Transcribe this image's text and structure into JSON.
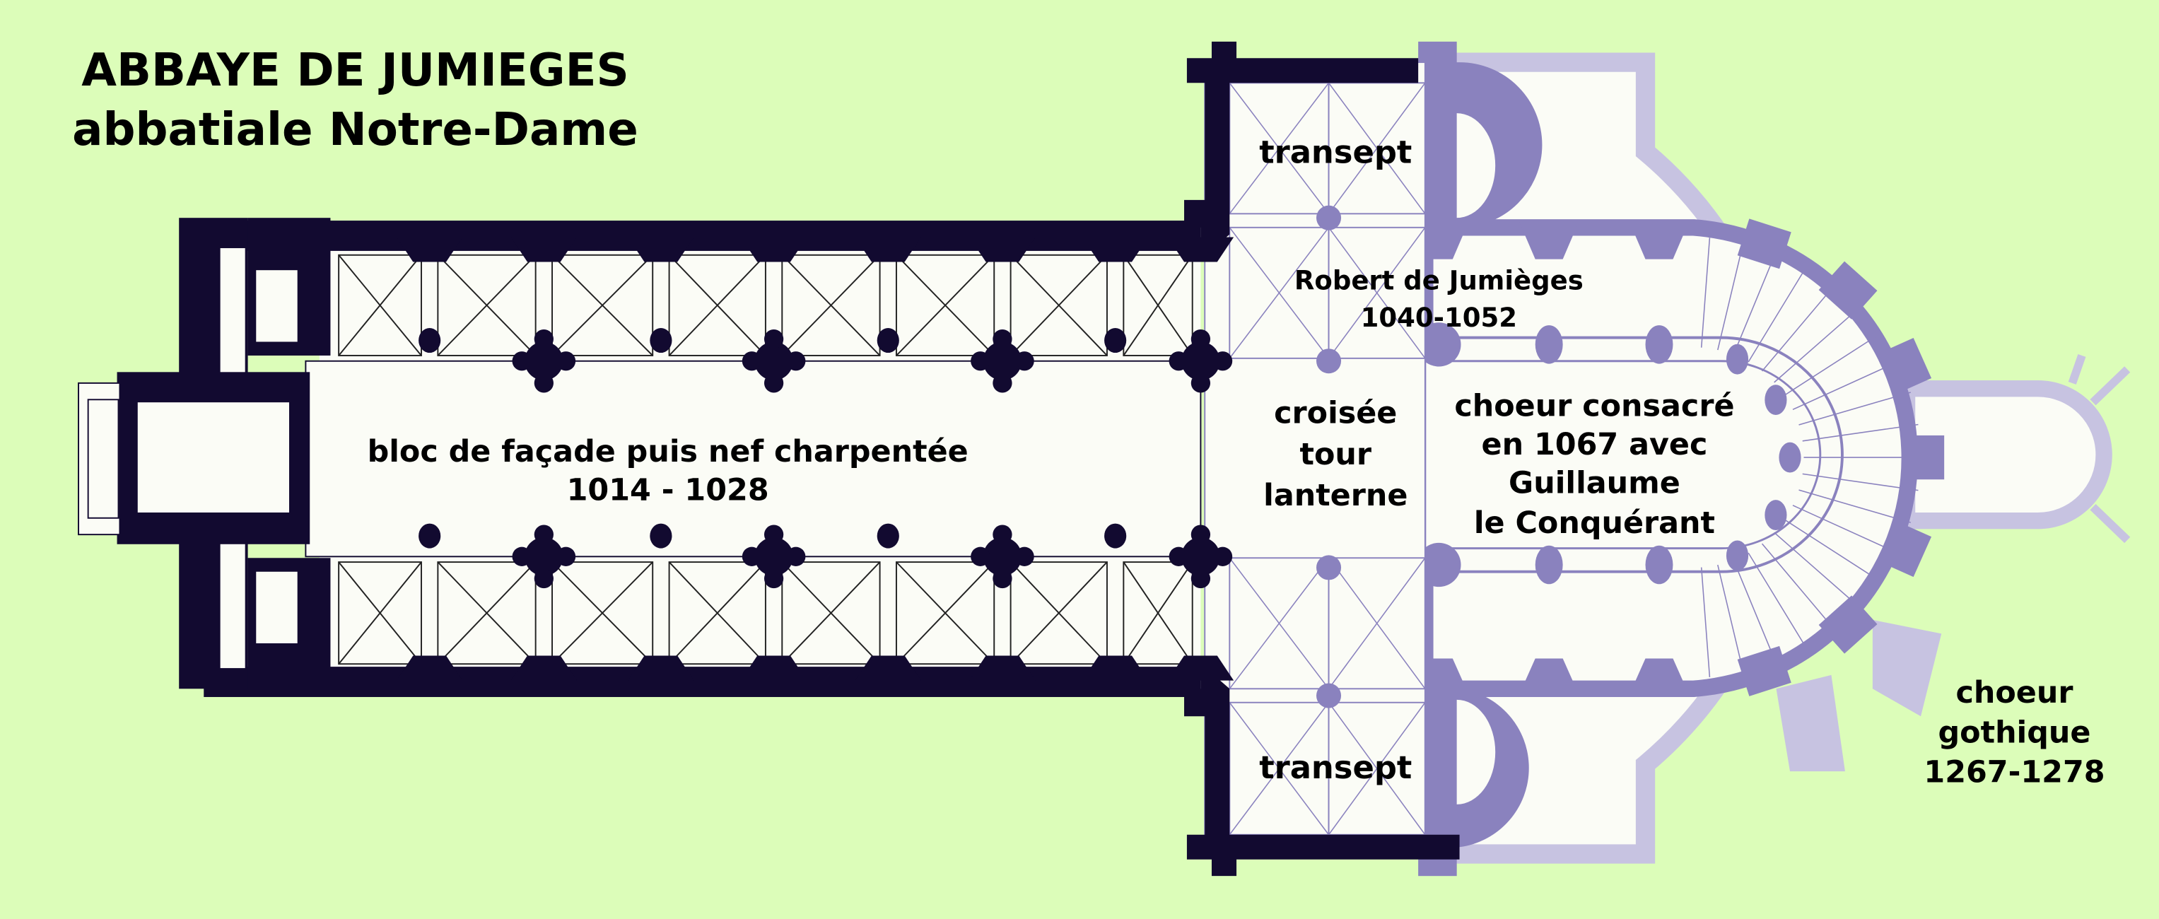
{
  "title": {
    "line1": "ABBAYE DE JUMIEGES",
    "line2": "abbatiale Notre-Dame"
  },
  "labels": {
    "nave": {
      "line1": "bloc de façade puis nef charpentée",
      "line2": "1014 - 1028"
    },
    "transept_north": "transept",
    "transept_south": "transept",
    "robert": {
      "line1": "Robert de Jumièges",
      "line2": "1040-1052"
    },
    "crossing": {
      "line1": "croisée",
      "line2": "tour",
      "line3": "lanterne"
    },
    "romanesque_choir": {
      "line1": "choeur consacré",
      "line2": "en 1067 avec",
      "line3": "Guillaume",
      "line4": "le Conquérant"
    },
    "gothic_choir": {
      "line1": "choeur",
      "line2": "gothique",
      "line3": "1267-1278"
    }
  },
  "colors": {
    "background": "#dcfdb9",
    "romanesque_walls": "#120a30",
    "romanesque_choir": "#8a82be",
    "gothic_choir": "#c7c3e1",
    "floor": "#fbfcf6"
  }
}
